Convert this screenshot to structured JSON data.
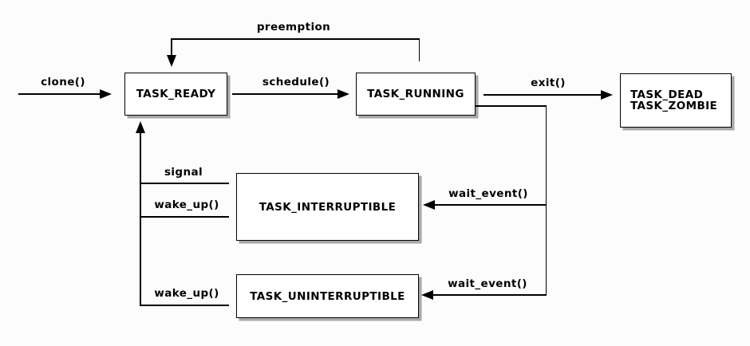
{
  "nodes": {
    "task_ready": {
      "label": "TASK_READY"
    },
    "task_running": {
      "label": "TASK_RUNNING"
    },
    "task_dead_zombie": {
      "line1": "TASK_DEAD",
      "line2": "TASK_ZOMBIE"
    },
    "task_interruptible": {
      "label": "TASK_INTERRUPTIBLE"
    },
    "task_uninterruptible": {
      "label": "TASK_UNINTERRUPTIBLE"
    }
  },
  "transitions": {
    "clone": "clone()",
    "schedule": "schedule()",
    "exit": "exit()",
    "preemption": "preemption",
    "signal": "signal",
    "wake_up_from_interruptible": "wake_up()",
    "wake_up_from_uninterruptible": "wake_up()",
    "wait_event_to_interruptible": "wait_event()",
    "wait_event_to_uninterruptible": "wait_event()"
  },
  "colors": {
    "background": "#fcfcfc",
    "box_fill": "#ffffff",
    "line": "#000000",
    "text": "#000000",
    "box_shadow": "#a8a8a8"
  }
}
